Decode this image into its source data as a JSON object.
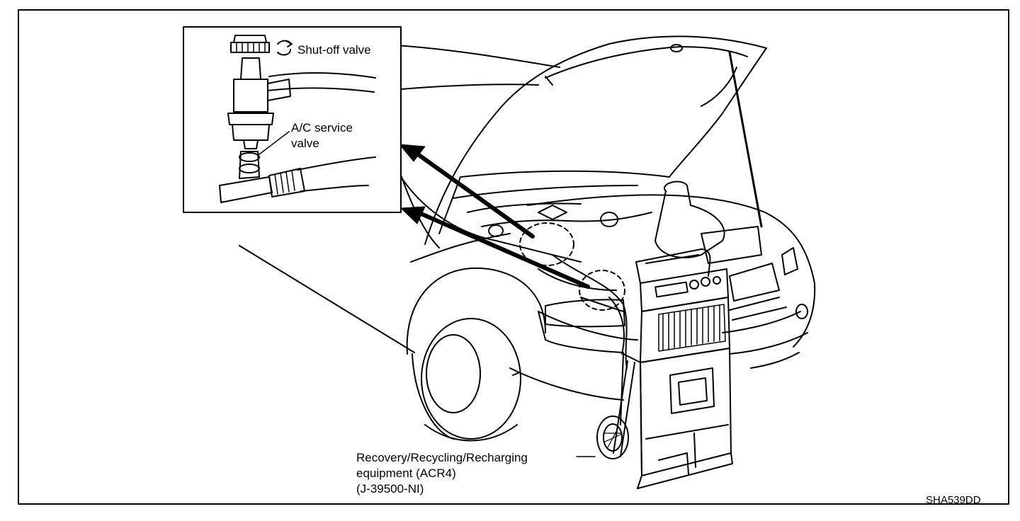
{
  "figure": {
    "code": "SHA539DD",
    "inset_labels": {
      "shutoff_valve": "Shut-off valve",
      "ac_service_valve": [
        "A/C service",
        "valve"
      ]
    },
    "equipment_label": [
      "Recovery/Recycling/Recharging",
      "equipment (ACR4)",
      "(J-39500-NI)"
    ]
  }
}
